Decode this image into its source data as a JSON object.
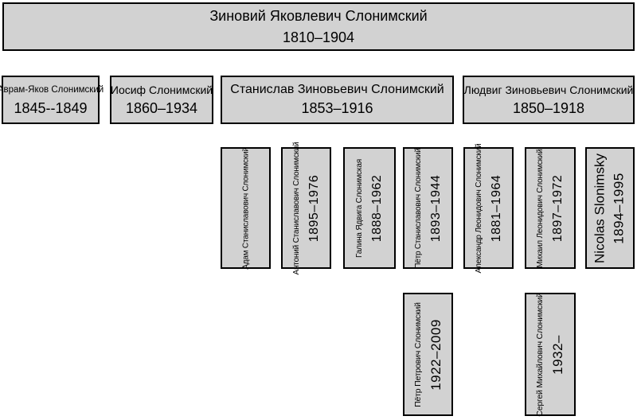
{
  "colors": {
    "box_fill": "#d2d2d2",
    "box_border": "#000000",
    "background": "#ffffff",
    "text": "#000000"
  },
  "tree": {
    "root": {
      "name": "Зиновий Яковлевич Слонимский",
      "dates": "1810–1904"
    },
    "generation2": [
      {
        "name": "Аврам-Яков Слонимский",
        "dates": "1845--1849"
      },
      {
        "name": "Иосиф Слонимский",
        "dates": "1860–1934"
      },
      {
        "name": "Станислав Зиновьевич Слонимский",
        "dates": "1853–1916"
      },
      {
        "name": "Людвиг Зиновьевич Слонимский",
        "dates": "1850–1918"
      }
    ],
    "generation3": [
      {
        "name": "Адам Станиславович Слонимский",
        "dates": ""
      },
      {
        "name": "Антоний Станиславович Слонимский",
        "dates": "1895–1976"
      },
      {
        "name": "Галина Ядвига Слонимская",
        "dates": "1888–1962"
      },
      {
        "name": "Пётр Станиславович Слонимский",
        "dates": "1893–1944"
      },
      {
        "name": "Александр Леонидович Слонимский",
        "dates": "1881–1964"
      },
      {
        "name": "Михаил Леонидович Слонимский",
        "dates": "1897–1972"
      },
      {
        "name": "Nicolas Slonimsky",
        "dates": "1894–1995"
      }
    ],
    "generation4": [
      {
        "name": "Пётр Петрович Слонимский",
        "dates": "1922–2009"
      },
      {
        "name": "Сергей Михайлович Слонимский",
        "dates": "1932–"
      }
    ]
  }
}
